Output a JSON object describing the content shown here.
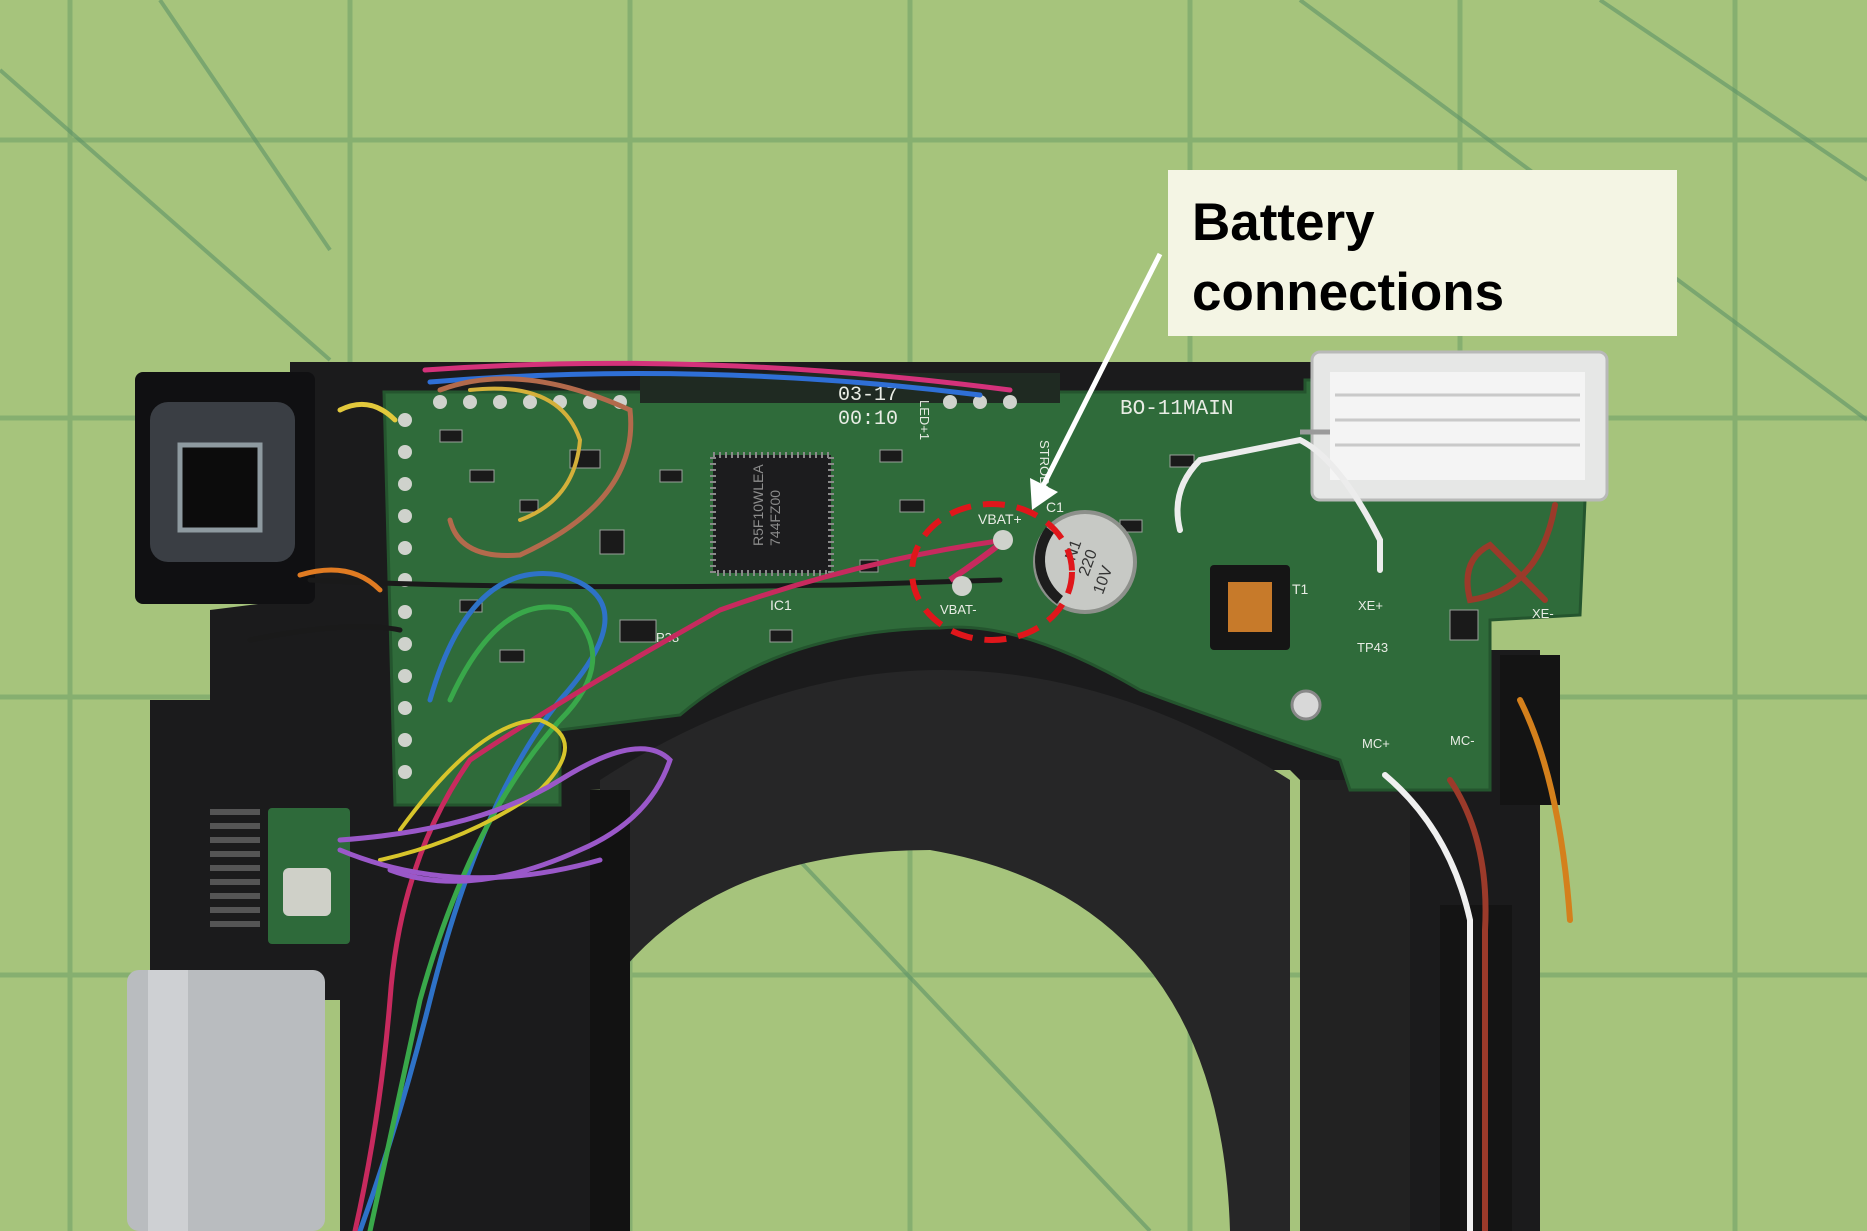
{
  "annotation": {
    "line1": "Battery",
    "line2": "connections"
  },
  "pcb_labels": {
    "board_id": "BO-11MAIN",
    "chip": "R5F10WLEA",
    "chip_sub": "744FZ00",
    "date": "03-17",
    "time": "00:10",
    "vbat_plus": "VBAT+",
    "vbat_minus": "VBAT-",
    "capacitor_1": "N1",
    "capacitor_2": "220",
    "capacitor_3": "10V",
    "ic1": "IC1",
    "tp38": "TP38",
    "tp43": "TP43",
    "xe_plus": "XE+",
    "xe_minus": "XE-",
    "mc_plus": "MC+",
    "mc_minus": "MC-",
    "strobe": "STROBO",
    "led_plus": "LED+1",
    "c1": "C1",
    "t1": "T1"
  },
  "colors": {
    "mat_green": "#a9c77f",
    "grid_line": "#6f9f6a",
    "pcb_green": "#2f6b3a",
    "callout_bg": "#f4f5e4",
    "highlight_red": "#e0161b",
    "arrow_white": "#ffffff"
  }
}
